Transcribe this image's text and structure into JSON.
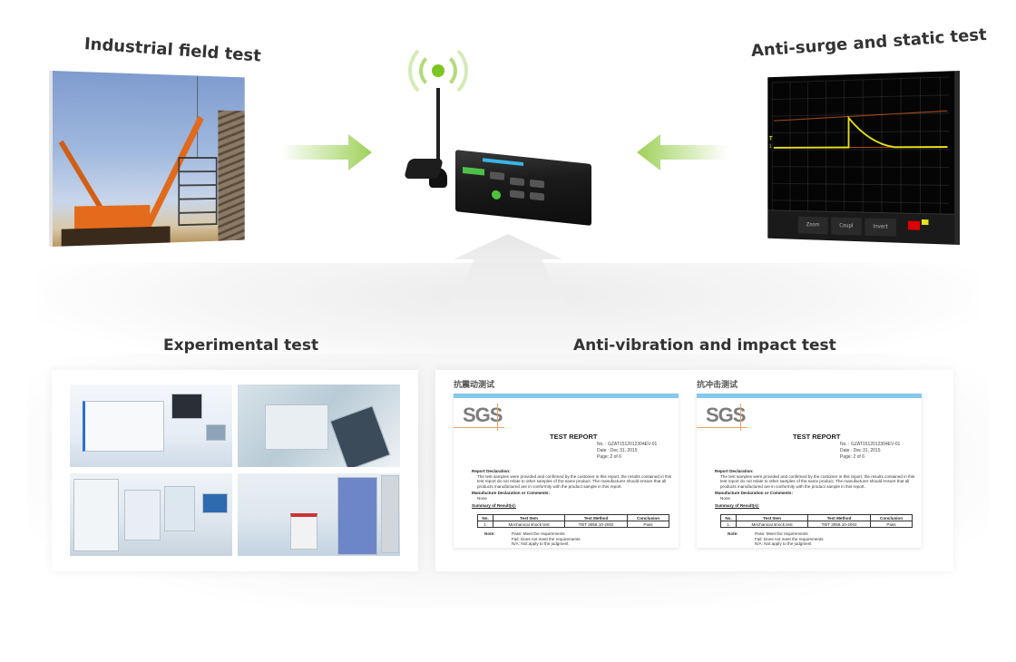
{
  "sections": {
    "industrial": {
      "heading": "Industrial field test",
      "image_alt": "Orange crane lifting steel frame at construction site"
    },
    "surge": {
      "heading": "Anti-surge and static test",
      "image_alt": "Oscilloscope screen showing surge waveform"
    },
    "experimental": {
      "heading": "Experimental test",
      "image_alt": [
        "Test instrument rack",
        "Handheld analyzer",
        "Test equipment bench",
        "Environmental test chamber lab"
      ]
    },
    "vibration": {
      "heading": "Anti-vibration and impact test"
    }
  },
  "center_device": {
    "name": "Industrial router with antenna",
    "signal_color": "#7dc520"
  },
  "arrows": {
    "color": "#9fd15a"
  },
  "oscilloscope": {
    "softkeys": [
      "Zoom",
      "Coupl",
      "Invert"
    ],
    "trigger_label": "T",
    "channel_label": "1"
  },
  "reports": [
    {
      "title_cn": "抗震动测试",
      "logo": "SGS",
      "doc_title": "TEST REPORT",
      "meta": [
        {
          "label": "No.",
          "value": "GZAT1512012304EV-01"
        },
        {
          "label": "Date",
          "value": "Dec 31, 2015"
        },
        {
          "label": "Page",
          "value": "2 of 6"
        }
      ],
      "declaration_heading": "Report Declaration:",
      "declaration_text": "The test samples were provided and confirmed by the customer in this report, the results contained in this test report do not relate to other samples of the same product. The manufacturer should ensure that all products manufactured are in conformity with the product sample in this report.",
      "manufacture_heading": "Manufacture Declaration or Comments:",
      "manufacture_text": "None",
      "summary_heading": "Summary of Result(s):",
      "table": {
        "headers": [
          "No.",
          "Test Item",
          "Test Method",
          "Conclusion"
        ],
        "rows": [
          [
            "1.",
            "Mechanical shock test",
            "T8/T 3058.10-2002",
            "Pass"
          ]
        ]
      },
      "note_label": "Note:",
      "notes": [
        "Pass: Meet the requirements",
        "Fail: Does not meet the requirements",
        "N/A: Not apply to the judgment"
      ]
    },
    {
      "title_cn": "抗冲击测试",
      "logo": "SGS",
      "doc_title": "TEST REPORT",
      "meta": [
        {
          "label": "No.",
          "value": "GZAT1512012304EV-01"
        },
        {
          "label": "Date",
          "value": "Dec 31, 2015"
        },
        {
          "label": "Page",
          "value": "2 of 6"
        }
      ],
      "declaration_heading": "Report Declaration:",
      "declaration_text": "The test samples were provided and confirmed by the customer in this report, the results contained in this test report do not relate to other samples of the same product. The manufacturer should ensure that all products manufactured are in conformity with the product sample in this report.",
      "manufacture_heading": "Manufacture Declaration or Comments:",
      "manufacture_text": "None",
      "summary_heading": "Summary of Result(s):",
      "table": {
        "headers": [
          "No.",
          "Test Item",
          "Test Method",
          "Conclusion"
        ],
        "rows": [
          [
            "1.",
            "Mechanical shock test",
            "T8/T 3058.10-2002",
            "Pass"
          ]
        ]
      },
      "note_label": "Note:",
      "notes": [
        "Pass: Meet the requirements",
        "Fail: Does not meet the requirements",
        "N/A: Not apply to the judgment"
      ]
    }
  ]
}
